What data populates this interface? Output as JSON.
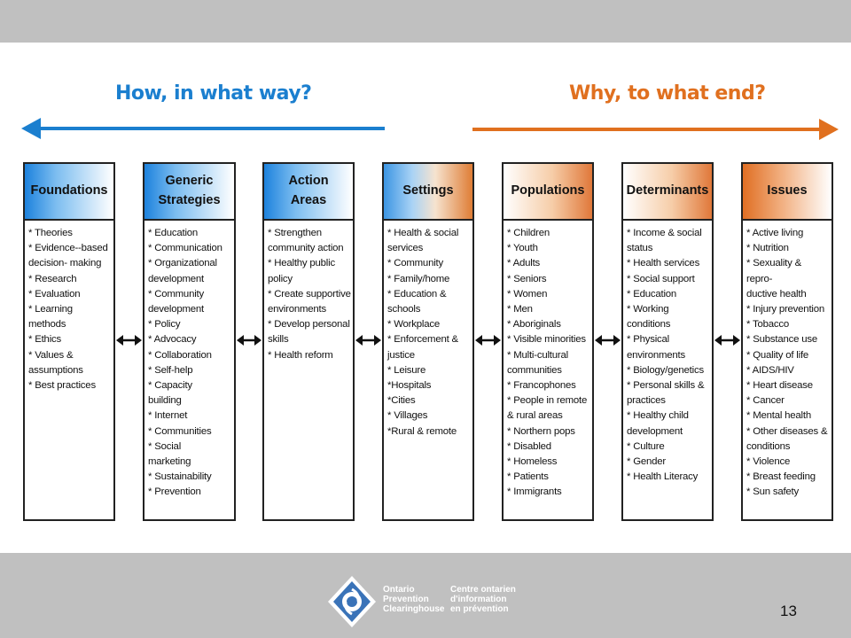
{
  "headings": {
    "how": "How, in what way?",
    "why": "Why, to what end?"
  },
  "columns": [
    {
      "title": "Foundations",
      "items": [
        "* Theories",
        "* Evidence--based\n   decision- making",
        "* Research",
        "* Evaluation",
        "* Learning\n   methods",
        "* Ethics",
        "* Values &\n   assumptions",
        "* Best practices"
      ]
    },
    {
      "title": "Generic\nStrategies",
      "items": [
        "* Education",
        "* Communication",
        "* Organizational\n   development",
        "* Community\n   development",
        "* Policy",
        "* Advocacy",
        "* Collaboration",
        "* Self-help",
        "* Capacity\n   building",
        "* Internet",
        "* Communities",
        "* Social\n   marketing",
        "* Sustainability",
        "* Prevention"
      ]
    },
    {
      "title": "Action\nAreas",
      "items": [
        "* Strengthen\n   community action",
        "* Healthy public\n   policy",
        "* Create supportive\n   environments",
        "* Develop personal\n   skills",
        "* Health reform"
      ]
    },
    {
      "title": "Settings",
      "items": [
        "* Health & social\n   services",
        "* Community",
        "* Family/home",
        "* Education &\n   schools",
        "* Workplace",
        "* Enforcement &\n   justice",
        "* Leisure",
        "*Hospitals",
        "*Cities",
        "* Villages",
        "*Rural & remote"
      ]
    },
    {
      "title": "Populations",
      "items": [
        "* Children",
        "* Youth",
        "* Adults",
        "* Seniors",
        "* Women",
        "* Men",
        "* Aboriginals",
        "* Visible minorities",
        "* Multi-cultural\n   communities",
        "* Francophones",
        "* People in remote\n   & rural areas",
        "* Northern pops",
        "* Disabled",
        "* Homeless",
        "* Patients",
        "* Immigrants"
      ]
    },
    {
      "title": "Determinants",
      "items": [
        "* Income & social\n   status",
        "* Health services",
        "* Social support",
        "* Education",
        "* Working\n   conditions",
        "* Physical\n   environments",
        "* Biology/genetics",
        "* Personal skills &\n   practices",
        "* Healthy child\n   development",
        "* Culture",
        "* Gender",
        "* Health Literacy"
      ]
    },
    {
      "title": "Issues",
      "items": [
        "* Active living",
        "* Nutrition",
        "* Sexuality & repro-\n   ductive health",
        "* Injury prevention",
        "* Tobacco",
        "* Substance use",
        "* Quality of life",
        "* AIDS/HIV",
        "* Heart disease",
        "* Cancer",
        "* Mental health",
        "* Other diseases &\n   conditions",
        "* Violence",
        "* Breast feeding",
        "* Sun safety"
      ]
    }
  ],
  "footer": {
    "org_en": "Ontario\nPrevention\nClearinghouse",
    "org_fr": "Centre ontarien\nd'information\nen prévention",
    "page_number": "13"
  },
  "colors": {
    "blue": "#1b7fcf",
    "orange": "#e0701f",
    "bar": "#c0c0c0"
  }
}
